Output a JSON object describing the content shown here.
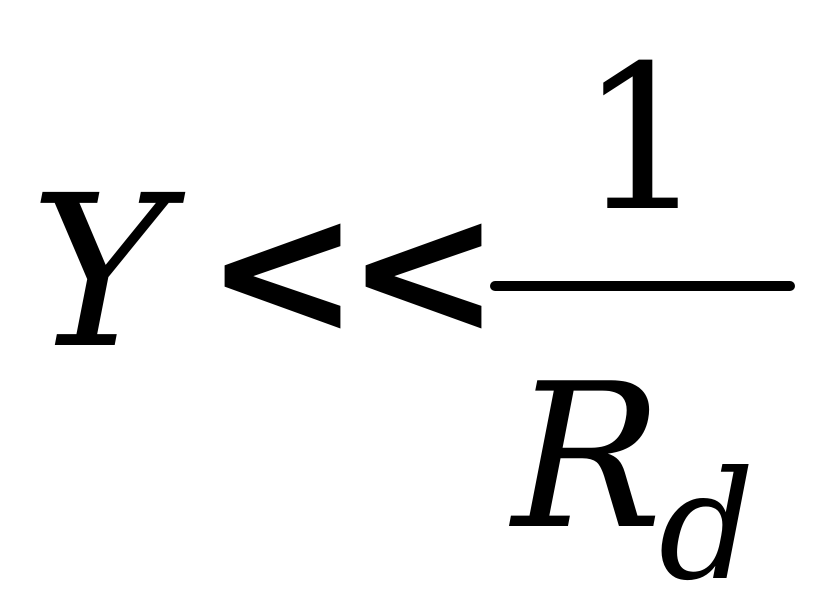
{
  "formula": {
    "lhs": "Y",
    "relation": "<<",
    "numerator": "1",
    "denominator_symbol": "R",
    "denominator_subscript": "d"
  }
}
